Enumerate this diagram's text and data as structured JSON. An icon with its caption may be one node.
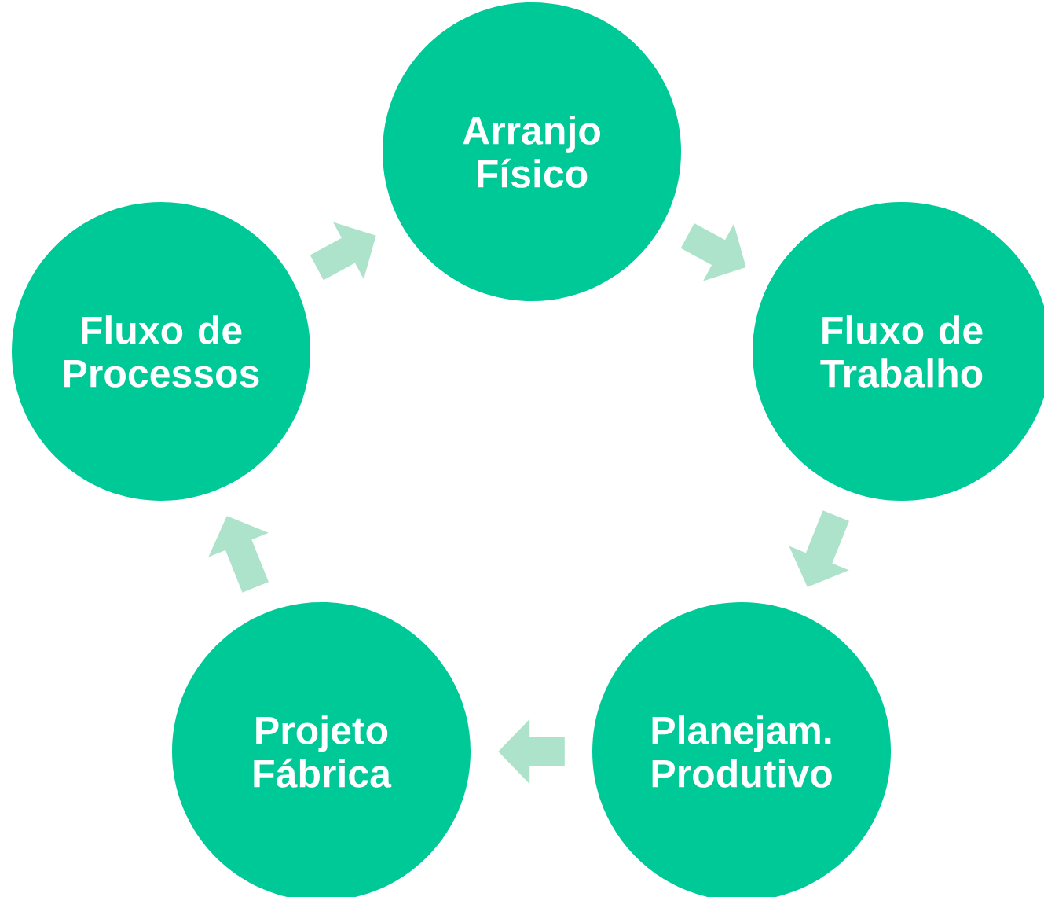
{
  "diagram": {
    "nodes": [
      {
        "text": [
          "Arranjo Físico"
        ]
      },
      {
        "text": [
          "Fluxo de Trabalho"
        ]
      },
      {
        "text": [
          "Planejam. Produtivo"
        ]
      },
      {
        "text": [
          "Projeto Fábrica"
        ]
      },
      {
        "text": [
          "Fluxo de Processos"
        ]
      }
    ],
    "edges": [
      {
        "from": 0,
        "to": 1,
        "arrow": "to"
      },
      {
        "from": 1,
        "to": 2,
        "arrow": "to"
      },
      {
        "from": 2,
        "to": 3,
        "arrow": "to"
      },
      {
        "from": 3,
        "to": 4,
        "arrow": "to"
      },
      {
        "from": 4,
        "to": 0,
        "arrow": "to"
      }
    ]
  }
}
